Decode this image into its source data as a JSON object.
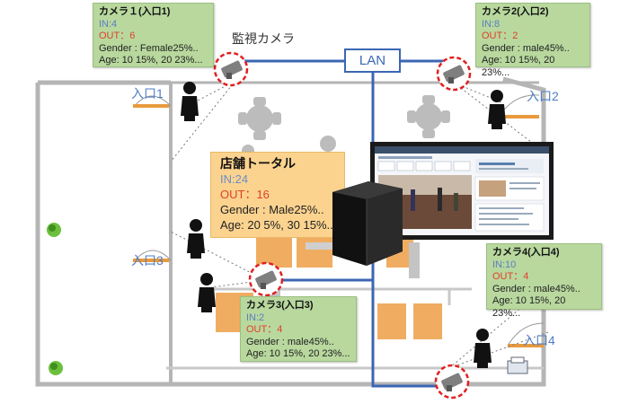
{
  "network_label": "LAN",
  "surveillance_label": "監視カメラ",
  "entrances": [
    "入口1",
    "入口2",
    "入口3",
    "入口4"
  ],
  "cameras": [
    {
      "title": "カメラ１(入口1)",
      "in": "IN:4",
      "out": "OUT：6",
      "gender": "Gender : Female25%..",
      "age": "Age: 10 15%, 20 23%..."
    },
    {
      "title": "カメラ2(入口2)",
      "in": "IN:8",
      "out": "OUT：2",
      "gender": "Gender : male45%..",
      "age": "Age: 10 15%, 20 23%..."
    },
    {
      "title": "カメラ3(入口3)",
      "in": "IN:2",
      "out": "OUT：4",
      "gender": "Gender : male45%..",
      "age": "Age: 10 15%, 20 23%..."
    },
    {
      "title": "カメラ4(入口4)",
      "in": "IN:10",
      "out": "OUT：4",
      "gender": "Gender : male45%..",
      "age": "Age: 10 15%, 20 23%..."
    }
  ],
  "store_total": {
    "title": "店舗トータル",
    "in": "IN:24",
    "out": "OUT：16",
    "gender": "Gender : Male25%..",
    "age": "Age: 20 5%, 30 15%.."
  },
  "colors": {
    "card_bg": "#b8d89e",
    "total_bg": "#fbd38f",
    "lan_line": "#3b66b3",
    "in_text": "#5b7fbf",
    "out_text": "#e0402a",
    "camera_ring": "#e02020",
    "entrance_text": "#4f7dc6"
  },
  "icons": [
    "dome-camera-icon",
    "person-icon",
    "table-chairs-icon",
    "plant-icon",
    "server-icon",
    "monitor-icon",
    "printer-icon"
  ]
}
